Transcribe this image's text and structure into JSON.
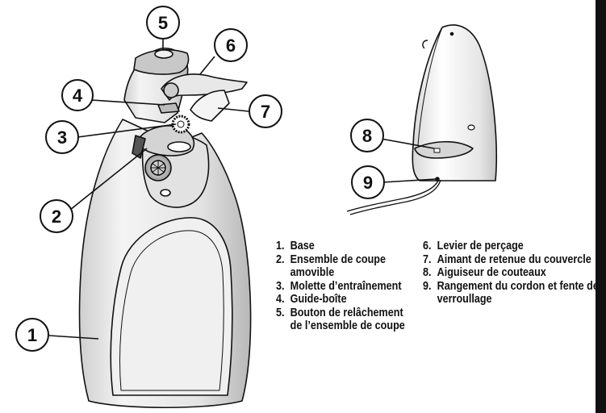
{
  "callouts": [
    "5",
    "6",
    "4",
    "7",
    "3",
    "2",
    "1",
    "8",
    "9"
  ],
  "legend_left": [
    {
      "num": "1.",
      "text": "Base"
    },
    {
      "num": "2.",
      "text": "Ensemble de coupe amovible"
    },
    {
      "num": "3.",
      "text": "Molette d’entraînement"
    },
    {
      "num": "4.",
      "text": "Guide-boîte"
    },
    {
      "num": "5.",
      "text": "Bouton de relâchement de l’ensemble de coupe"
    }
  ],
  "legend_right": [
    {
      "num": "6.",
      "text": "Levier de perçage"
    },
    {
      "num": "7.",
      "text": "Aimant de retenue du couvercle"
    },
    {
      "num": "8.",
      "text": "Aiguiseur de couteaux"
    },
    {
      "num": "9.",
      "text": "Rangement du cordon et fente de verroullage"
    }
  ]
}
